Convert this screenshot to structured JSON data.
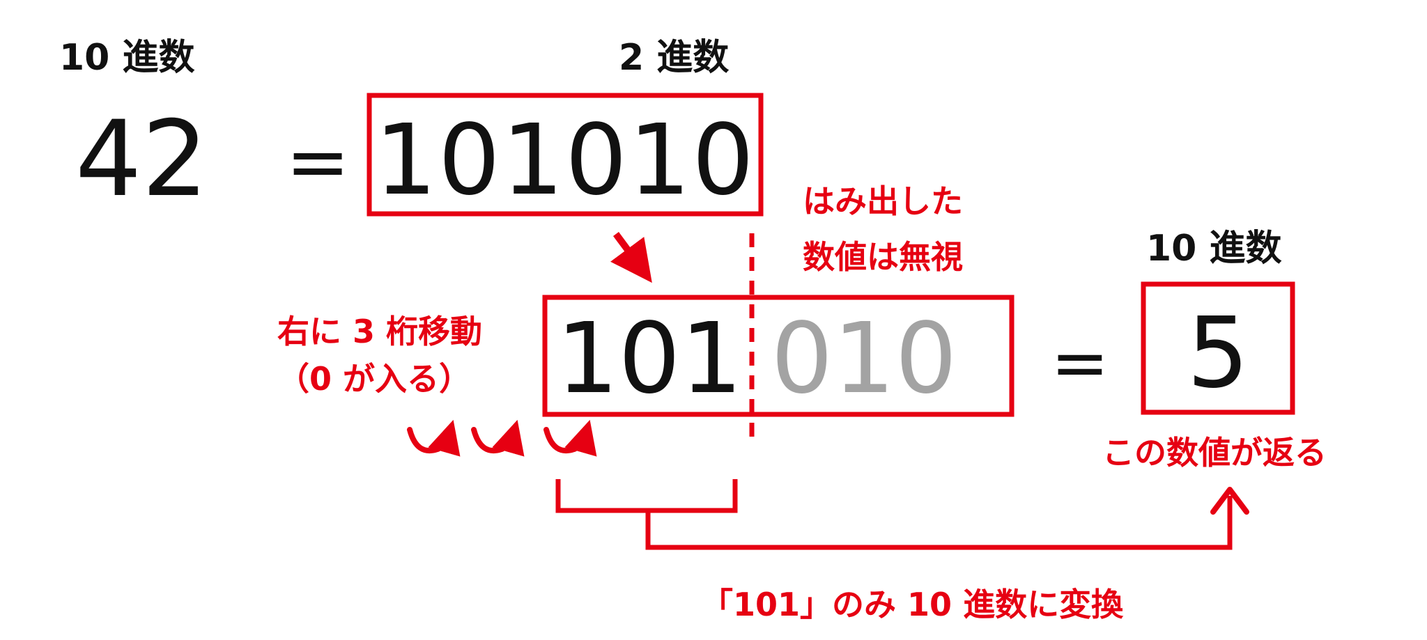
{
  "colors": {
    "accent": "#e60012",
    "text": "#111111",
    "muted": "#a3a3a3"
  },
  "labels": {
    "decimal_left": "10 進数",
    "binary": "2 進数",
    "decimal_right": "10 進数"
  },
  "values": {
    "decimal_input": "42",
    "equals": "=",
    "binary_value": "101010",
    "shifted_kept": "101",
    "shifted_dropped": "010",
    "result": "5"
  },
  "notes": {
    "overflow_line1": "はみ出した",
    "overflow_line2": "数値は無視",
    "shift_line1": "右に 3 桁移動",
    "shift_line2": "（0 が入る）",
    "returned": "この数値が返る",
    "convert": "「101」のみ 10 進数に変換"
  }
}
